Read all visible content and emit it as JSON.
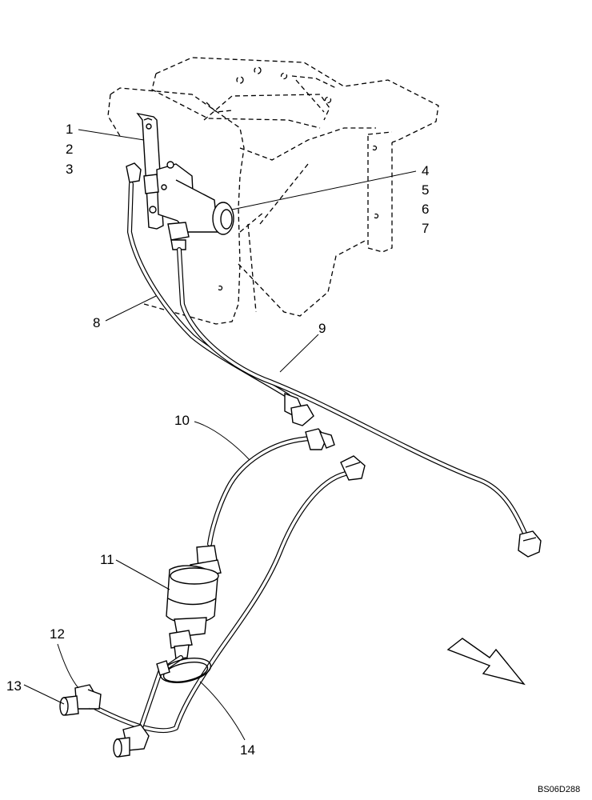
{
  "diagram_code": "BS06D288",
  "callouts": {
    "c1": "1",
    "c2": "2",
    "c3": "3",
    "c4": "4",
    "c5": "5",
    "c6": "6",
    "c7": "7",
    "c8": "8",
    "c9": "9",
    "c10": "10",
    "c11": "11",
    "c12": "12",
    "c13": "13",
    "c14": "14"
  }
}
